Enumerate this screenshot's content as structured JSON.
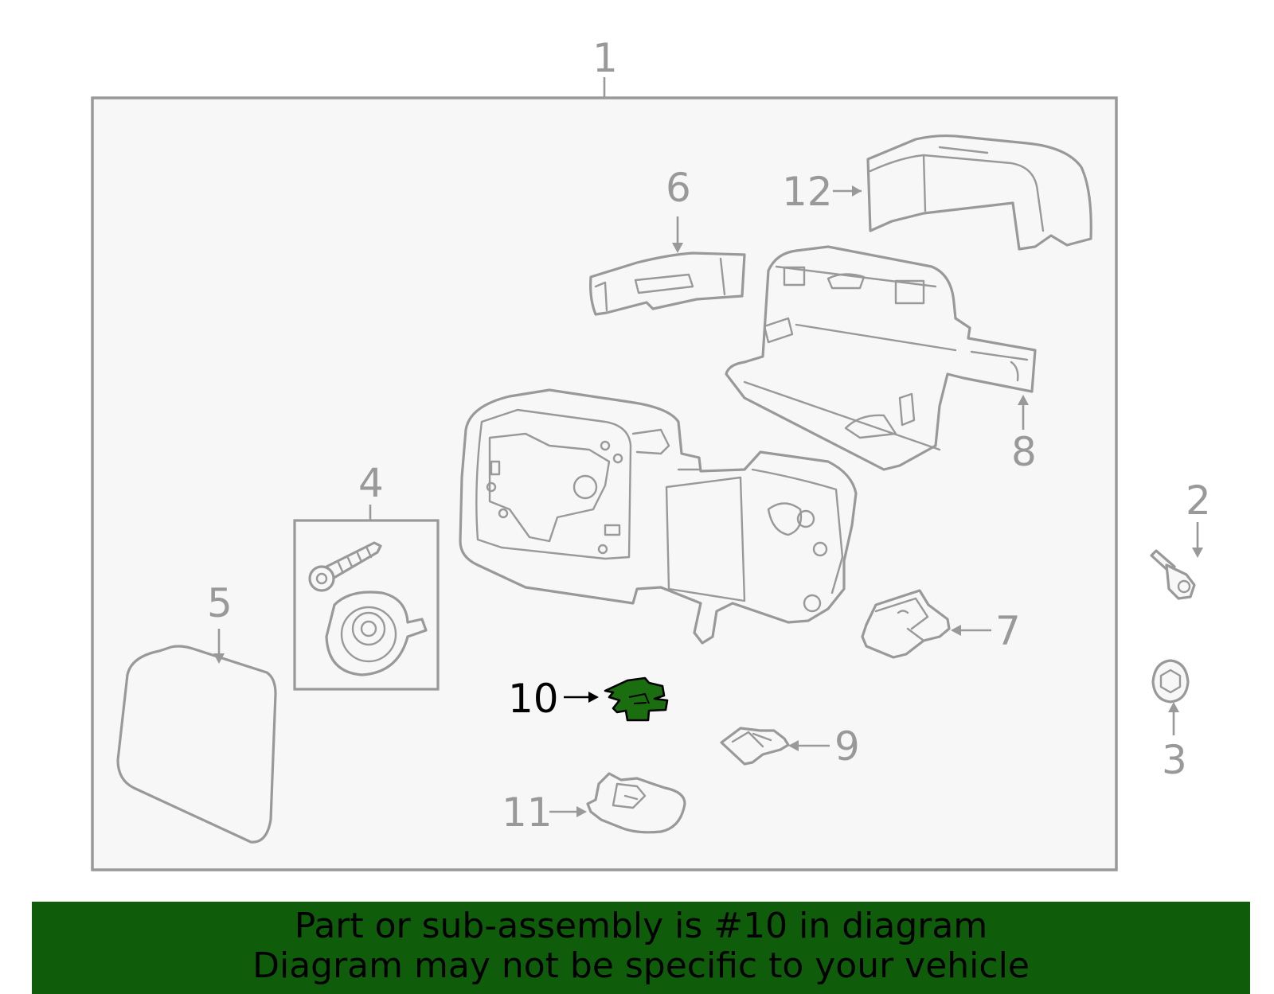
{
  "diagram": {
    "callouts": {
      "c1": "1",
      "c2": "2",
      "c3": "3",
      "c4": "4",
      "c5": "5",
      "c6": "6",
      "c7": "7",
      "c8": "8",
      "c9": "9",
      "c10": "10",
      "c11": "11",
      "c12": "12"
    },
    "highlighted_part": "10",
    "colors": {
      "line": "#999999",
      "highlight_fill": "#1a6e10",
      "banner_bg": "#0f5d0b",
      "frame_bg": "#f7f7f7"
    }
  },
  "banner": {
    "line1": "Part or sub-assembly is #10 in diagram",
    "line2": "Diagram may not be specific to your vehicle"
  }
}
